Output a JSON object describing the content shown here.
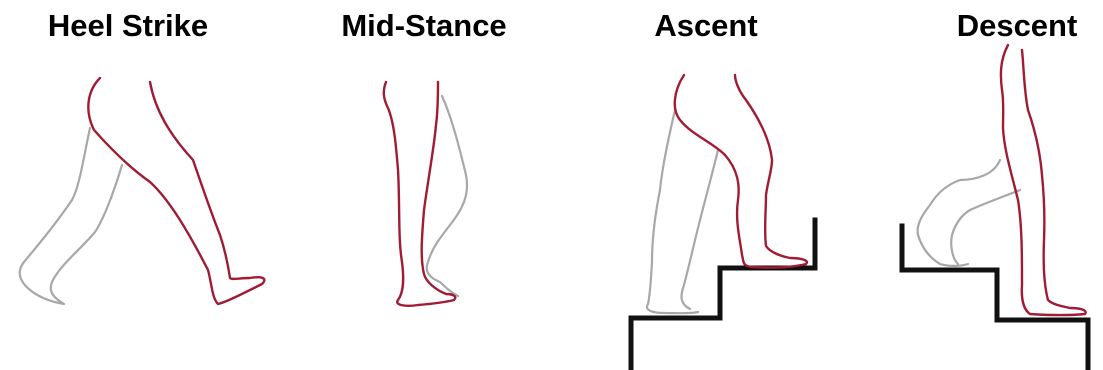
{
  "titles": {
    "heel_strike": "Heel Strike",
    "mid_stance": "Mid-Stance",
    "ascent": "Ascent",
    "descent": "Descent"
  },
  "colors": {
    "front_leg": "#a01c35",
    "back_leg": "#a8a8a8",
    "stairs": "#111111",
    "background": "#ffffff"
  }
}
